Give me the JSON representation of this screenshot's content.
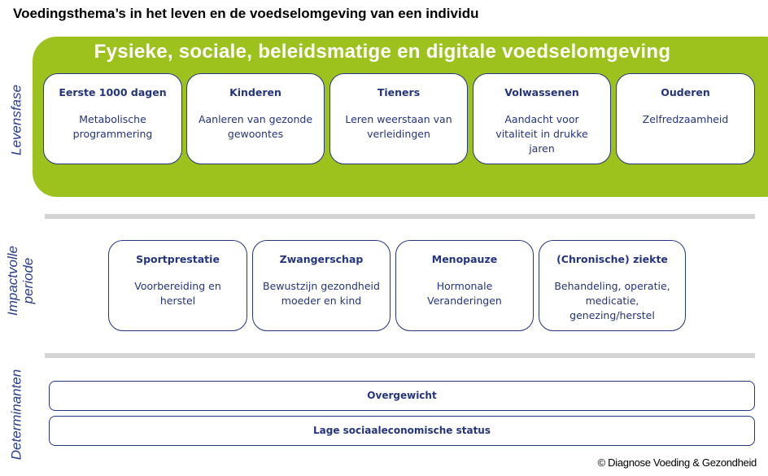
{
  "title": "Voedingsthema’s in het leven en de voedselomgeving van een individu",
  "environment_title": "Fysieke, sociale, beleidsmatige en digitale voedselomgeving",
  "rows": {
    "levensfase": {
      "label": "Levensfase",
      "cards": [
        {
          "heading": "Eerste 1000 dagen",
          "text": "Metabolische programmering"
        },
        {
          "heading": "Kinderen",
          "text": "Aanleren van gezonde gewoontes"
        },
        {
          "heading": "Tieners",
          "text": "Leren weerstaan van verleidingen"
        },
        {
          "heading": "Volwassenen",
          "text": "Aandacht voor vitaliteit in drukke jaren"
        },
        {
          "heading": "Ouderen",
          "text": "Zelfredzaamheid"
        }
      ]
    },
    "impact": {
      "label_line1": "Impactvolle",
      "label_line2": "periode",
      "cards": [
        {
          "heading": "Sportprestatie",
          "text": "Voorbereiding en herstel"
        },
        {
          "heading": "Zwangerschap",
          "text": "Bewustzijn gezondheid moeder en kind"
        },
        {
          "heading": "Menopauze",
          "text": "Hormonale Veranderingen"
        },
        {
          "heading": "(Chronische) ziekte",
          "text": "Behandeling, operatie, medicatie, genezing/herstel"
        }
      ]
    },
    "determinanten": {
      "label": "Determinanten",
      "items": [
        "Overgewicht",
        "Lage sociaaleconomische status"
      ]
    }
  },
  "copyright": "© Diagnose Voeding & Gezondheid",
  "colors": {
    "green": "#9dc21e",
    "navy": "#24347e",
    "separator": "#d4d4d4"
  }
}
